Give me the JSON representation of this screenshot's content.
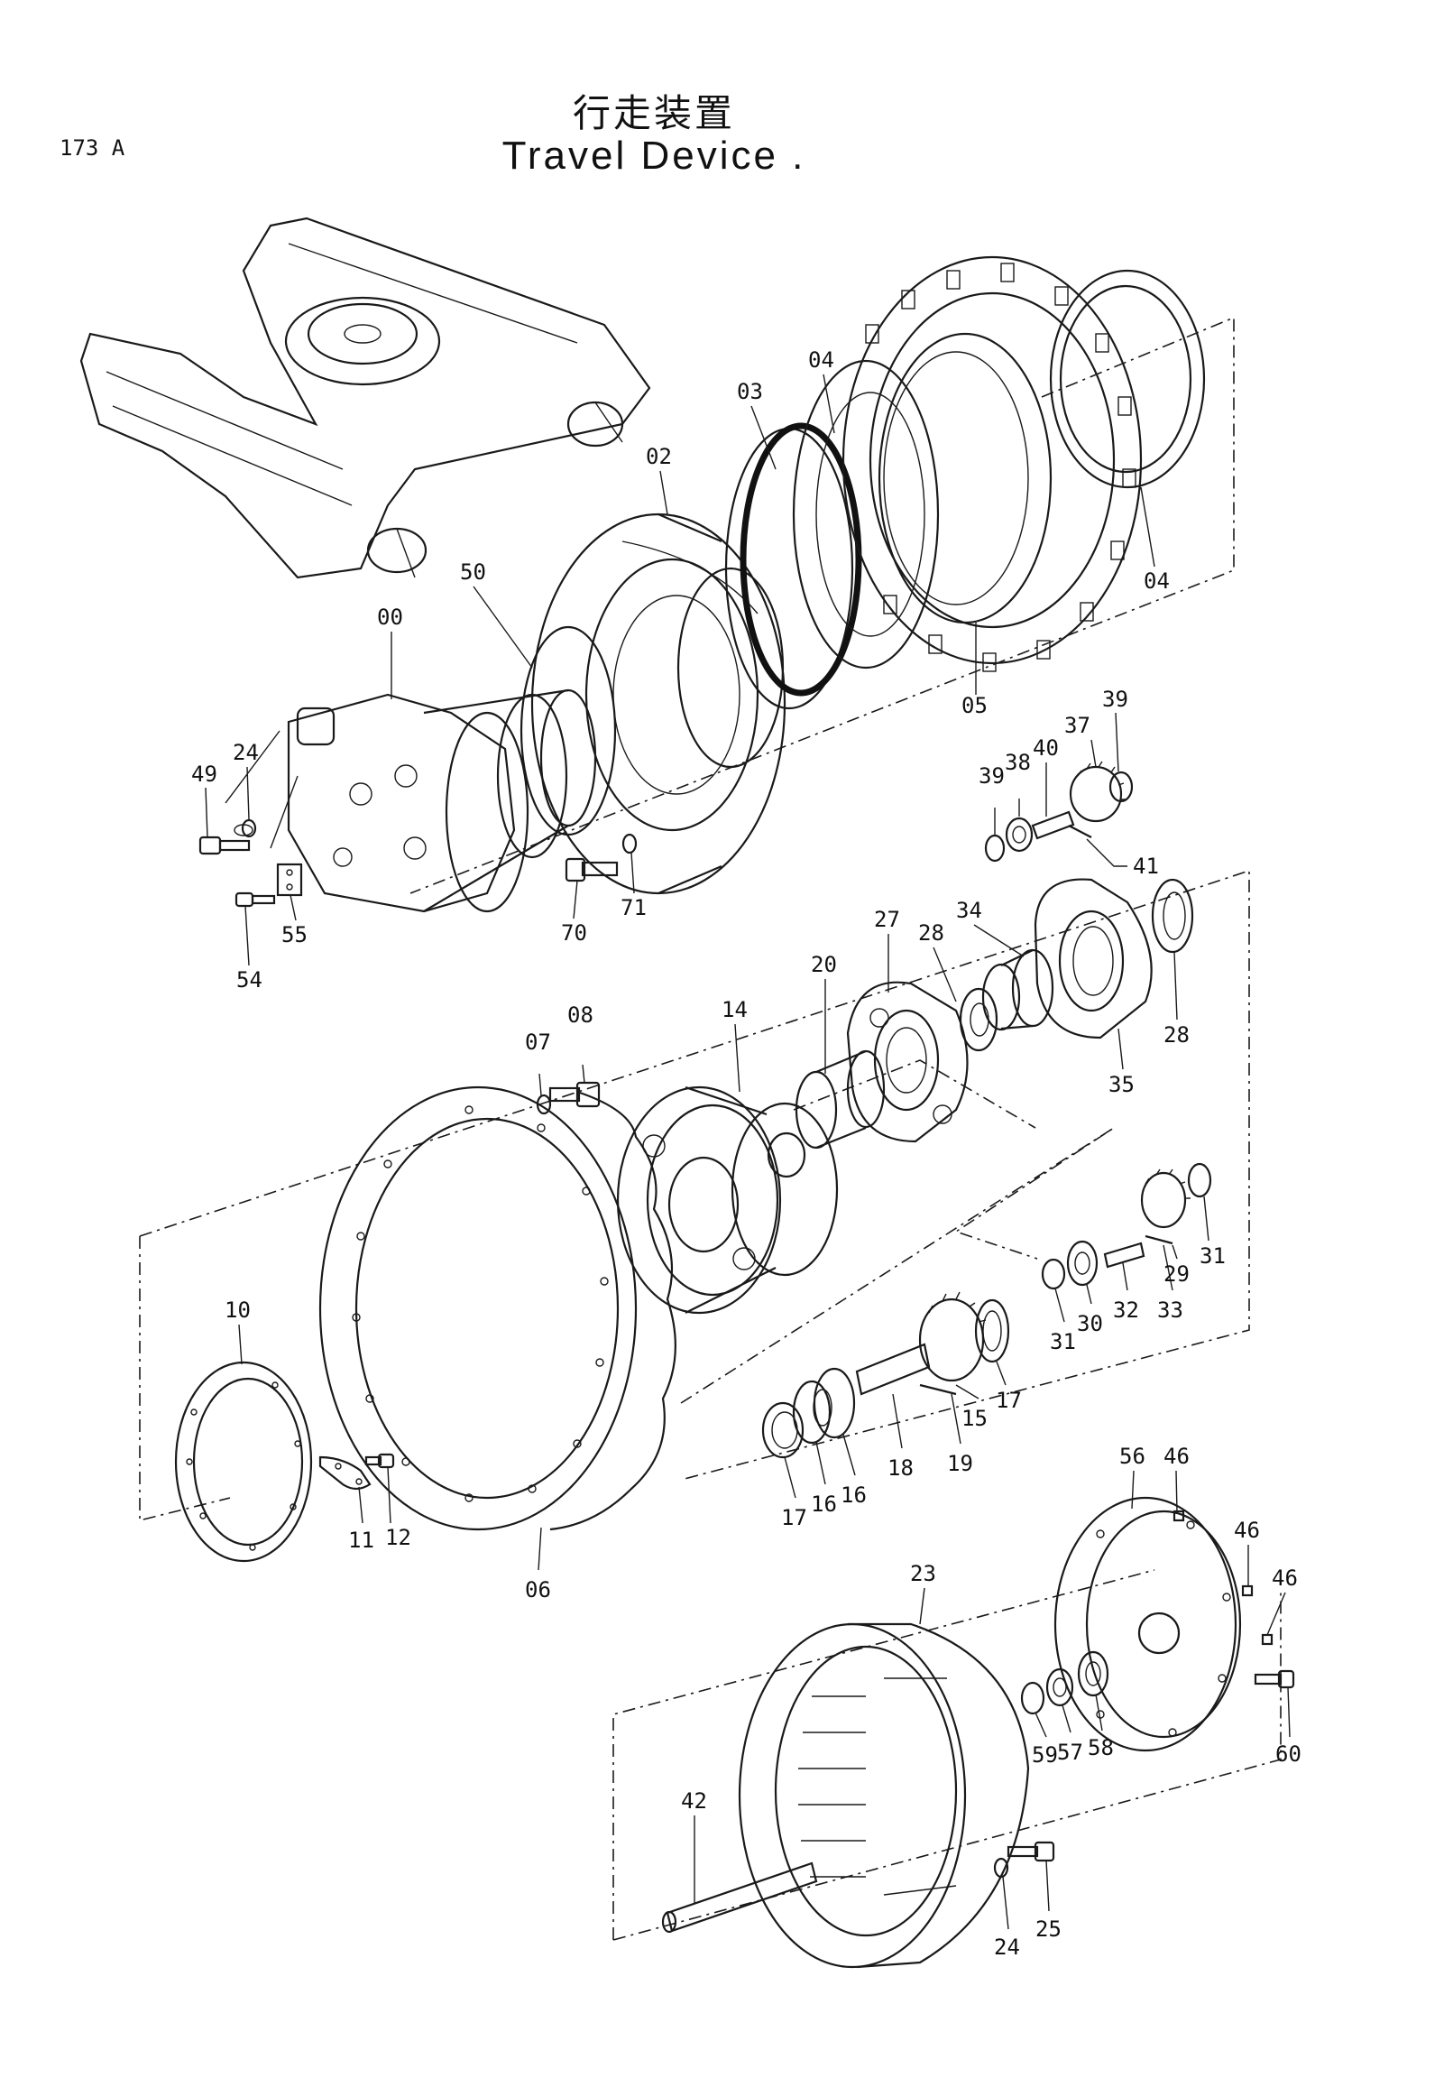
{
  "header": {
    "page_code": "173 A",
    "title_zh": "行走装置",
    "title_en": "Travel Device ."
  },
  "callouts": {
    "c00": "00",
    "c02": "02",
    "c03": "03",
    "c04a": "04",
    "c04b": "04",
    "c05": "05",
    "c06": "06",
    "c07": "07",
    "c08": "08",
    "c10": "10",
    "c11": "11",
    "c12": "12",
    "c14": "14",
    "c15": "15",
    "c16a": "16",
    "c16b": "16",
    "c17a": "17",
    "c17b": "17",
    "c18": "18",
    "c19": "19",
    "c20": "20",
    "c23": "23",
    "c24a": "24",
    "c24b": "24",
    "c25": "25",
    "c27": "27",
    "c28a": "28",
    "c28b": "28",
    "c29": "29",
    "c30": "30",
    "c31a": "31",
    "c31b": "31",
    "c32": "32",
    "c33": "33",
    "c34": "34",
    "c35": "35",
    "c37": "37",
    "c38": "38",
    "c39a": "39",
    "c39b": "39",
    "c40": "40",
    "c41": "41",
    "c42": "42",
    "c46a": "46",
    "c46b": "46",
    "c46c": "46",
    "c49": "49",
    "c50": "50",
    "c54": "54",
    "c55": "55",
    "c56": "56",
    "c57": "57",
    "c58": "58",
    "c59": "59",
    "c60": "60",
    "c70": "70",
    "c71": "71"
  }
}
